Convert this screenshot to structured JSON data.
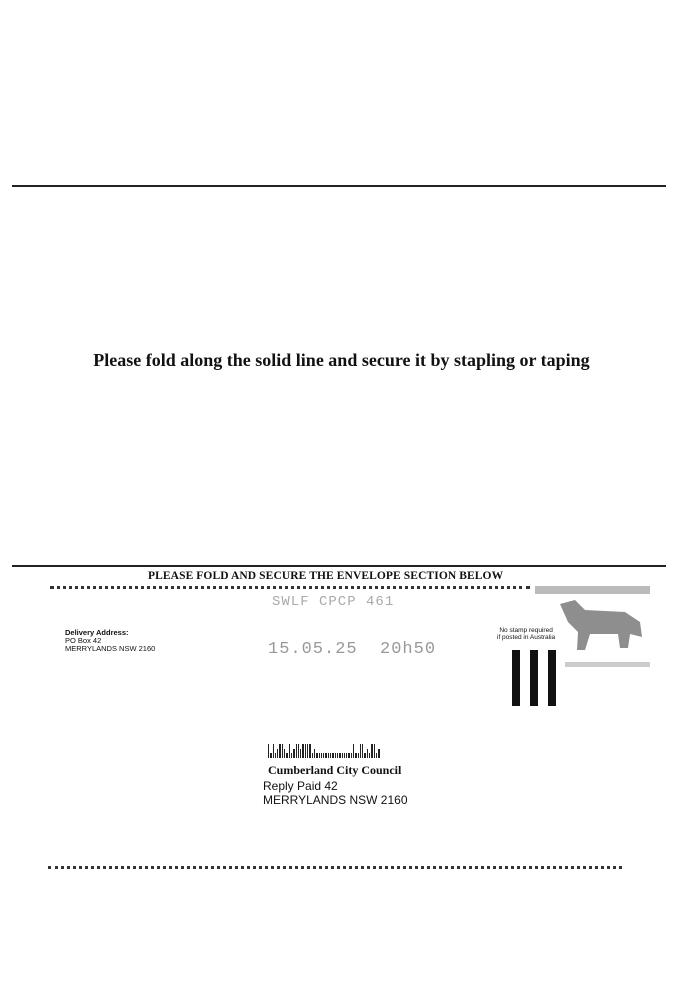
{
  "instruction": "Please fold along the solid line and secure it by stapling or taping",
  "fold_notice": "PLEASE FOLD AND SECURE THE ENVELOPE SECTION BELOW",
  "delivery": {
    "label": "Delivery Address:",
    "line1": "PO Box 42",
    "line2": "MERRYLANDS  NSW  2160"
  },
  "postmark": {
    "code": "SWLF CPCP 461",
    "date": "15.05.25",
    "time": "20h50"
  },
  "postage": {
    "line1": "No stamp required",
    "line2": "if posted in Australia"
  },
  "recipient": {
    "name": "Cumberland City Council",
    "line1": "Reply Paid 42",
    "line2": "MERRYLANDS  NSW  2160"
  }
}
